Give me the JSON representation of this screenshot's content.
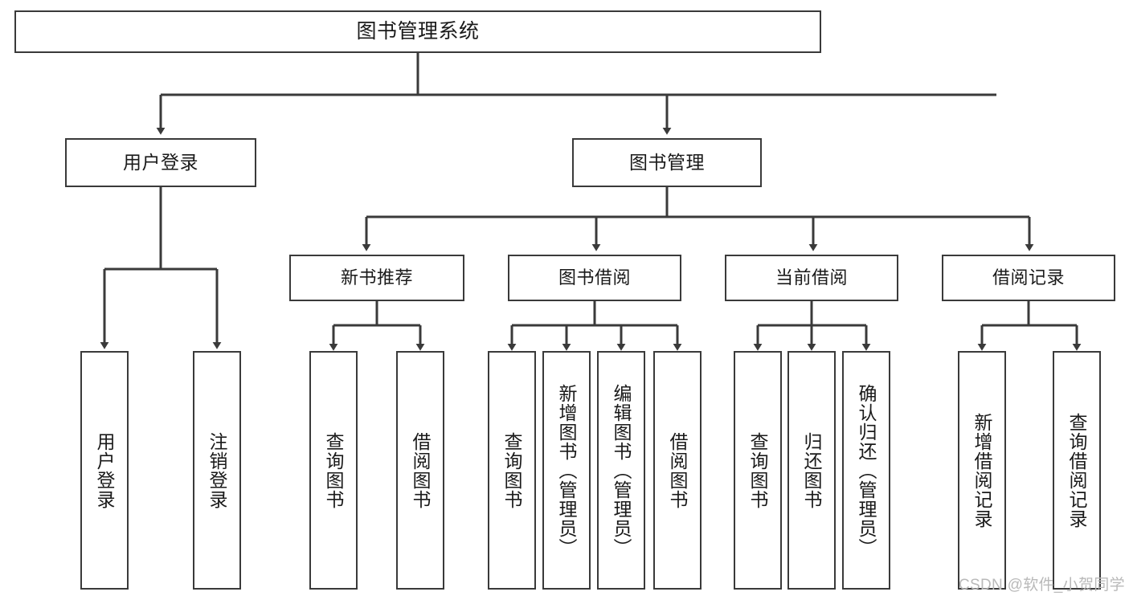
{
  "diagram": {
    "title": "图书管理系统",
    "type": "tree-hierarchy-diagram",
    "line_color": "#3a3a3a",
    "box_fill": "#ffffff",
    "text_color": "#1a1a1a",
    "watermark": "CSDN @软件_小贺同学",
    "nodes": {
      "root": {
        "label": "图书管理系统"
      },
      "level2": [
        {
          "label": "用户登录"
        },
        {
          "label": "图书管理"
        }
      ],
      "level3": [
        {
          "label": "新书推荐"
        },
        {
          "label": "图书借阅"
        },
        {
          "label": "当前借阅"
        },
        {
          "label": "借阅记录"
        }
      ],
      "leaves": {
        "user_login": [
          {
            "label": "用户登录"
          },
          {
            "label": "注销登录"
          }
        ],
        "new_book_recommend": [
          {
            "label": "查询图书"
          },
          {
            "label": "借阅图书"
          }
        ],
        "book_borrow": [
          {
            "label": "查询图书"
          },
          {
            "label": "新增图书（管理员）"
          },
          {
            "label": "编辑图书（管理员）"
          },
          {
            "label": "借阅图书"
          }
        ],
        "current_borrow": [
          {
            "label": "查询图书"
          },
          {
            "label": "归还图书"
          },
          {
            "label": "确认归还（管理员）"
          }
        ],
        "borrow_record": [
          {
            "label": "新增借阅记录"
          },
          {
            "label": "查询借阅记录"
          }
        ]
      }
    }
  }
}
